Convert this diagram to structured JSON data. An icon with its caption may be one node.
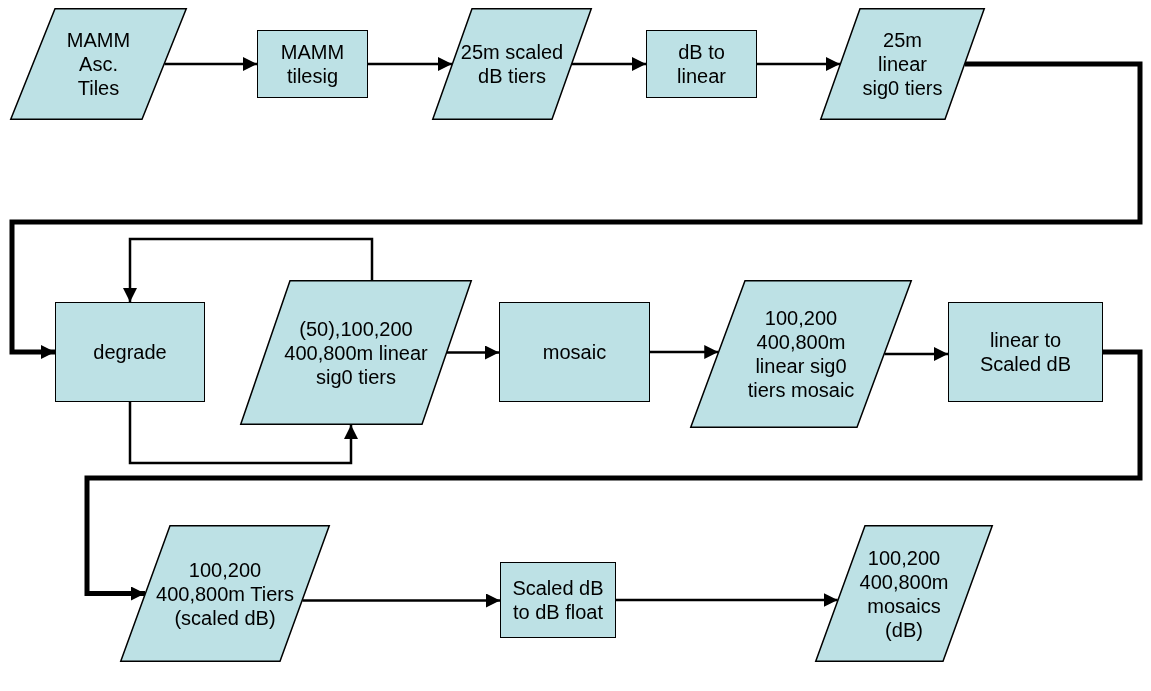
{
  "diagram": {
    "nodes": [
      {
        "text": [
          "MAMM Asc. Tiles"
        ]
      },
      {
        "text": [
          "MAMM tilesig"
        ]
      },
      {
        "text": [
          "25m scaled dB tiers"
        ]
      },
      {
        "text": [
          "dB to linear"
        ]
      },
      {
        "text": [
          "25m linear sig0 tiers"
        ]
      },
      {
        "text": [
          "degrade"
        ]
      },
      {
        "text": [
          "(50),100,200 400,800m linear sig0 tiers"
        ]
      },
      {
        "text": [
          "mosaic"
        ]
      },
      {
        "text": [
          "100,200 400,800m linear sig0 tiers mosaic"
        ]
      },
      {
        "text": [
          "linear to Scaled dB"
        ]
      },
      {
        "text": [
          "100,200 400,800m Tiers (scaled dB)"
        ]
      },
      {
        "text": [
          "Scaled dB to dB float"
        ]
      },
      {
        "text": [
          "100,200 400,800m mosaics (dB)"
        ]
      }
    ],
    "edges": [
      {
        "from": 0,
        "to": 1,
        "arrow": "to"
      },
      {
        "from": 1,
        "to": 2,
        "arrow": "to"
      },
      {
        "from": 2,
        "to": 3,
        "arrow": "to"
      },
      {
        "from": 3,
        "to": 4,
        "arrow": "to"
      },
      {
        "from": 4,
        "to": 5,
        "arrow": "to",
        "style": "thick"
      },
      {
        "from": 5,
        "to": 6,
        "arrow": "to"
      },
      {
        "from": 6,
        "to": 5,
        "arrow": "to"
      },
      {
        "from": 6,
        "to": 7,
        "arrow": "to"
      },
      {
        "from": 7,
        "to": 8,
        "arrow": "to"
      },
      {
        "from": 8,
        "to": 9,
        "arrow": "to"
      },
      {
        "from": 9,
        "to": 10,
        "arrow": "to",
        "style": "thick"
      },
      {
        "from": 10,
        "to": 11,
        "arrow": "to"
      },
      {
        "from": 11,
        "to": 12,
        "arrow": "to"
      }
    ]
  }
}
